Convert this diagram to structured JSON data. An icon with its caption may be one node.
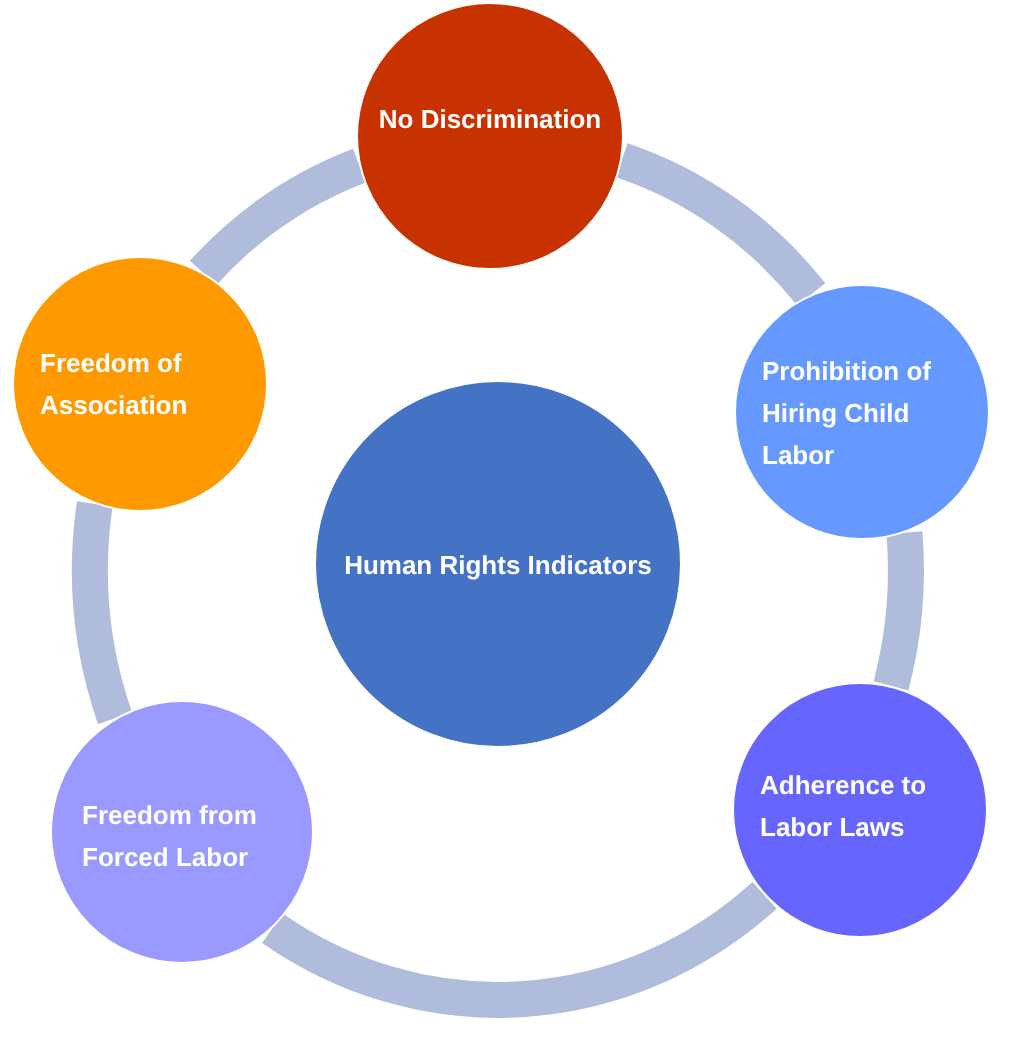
{
  "diagram": {
    "nodes": [
      {
        "text": [
          "No Discrimination"
        ]
      },
      {
        "text": [
          "Freedom of Association"
        ]
      },
      {
        "text": [
          "Prohibition of Hiring Child Labor"
        ]
      },
      {
        "text": [
          "Human Rights Indicators"
        ]
      },
      {
        "text": [
          "Freedom from Forced Labor"
        ]
      },
      {
        "text": [
          "Adherence to Labor Laws"
        ]
      }
    ],
    "edges": [
      {
        "from": 0,
        "to": 1,
        "arrow": "none"
      },
      {
        "from": 1,
        "to": 4,
        "arrow": "none"
      },
      {
        "from": 4,
        "to": 5,
        "arrow": "none"
      },
      {
        "from": 5,
        "to": 2,
        "arrow": "none"
      },
      {
        "from": 2,
        "to": 0,
        "arrow": "none"
      }
    ]
  }
}
